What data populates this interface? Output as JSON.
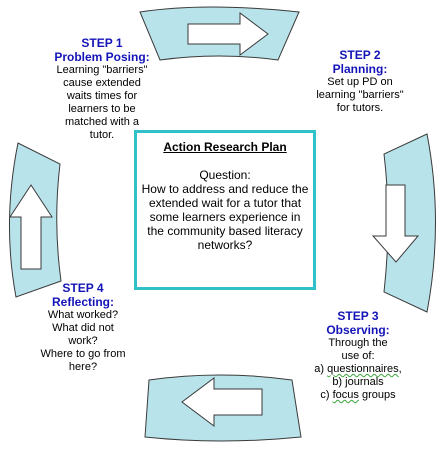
{
  "center": {
    "title": "Action Research Plan",
    "question_label": "Question:",
    "question_text": "How to address and reduce the extended wait for a tutor that some learners experience in the community based literacy networks?"
  },
  "steps": [
    {
      "title": "STEP 1",
      "subtitle": "Problem Posing:",
      "lines": [
        "Learning \"barriers\"",
        "cause extended",
        "waits times for",
        "learners to be",
        "matched with a",
        "tutor."
      ]
    },
    {
      "title": "STEP 2",
      "subtitle": "Planning:",
      "lines": [
        "Set up PD on",
        "learning \"barriers\"",
        "for tutors."
      ]
    },
    {
      "title": "STEP 3",
      "subtitle": "Observing:",
      "lines": [
        "Through the",
        "use of:",
        "a) questionnaires,",
        "b)  journals",
        "c)  focus groups"
      ]
    },
    {
      "title": "STEP 4",
      "subtitle": "Reflecting:",
      "lines": [
        "What worked?",
        "What did not",
        "work?",
        "Where to go from",
        "here?"
      ]
    }
  ],
  "colors": {
    "step_heading": "#1414b8",
    "arc_fill": "#b9e3ea",
    "arc_stroke": "#3a3a3a",
    "box_border": "#2ec2c8"
  },
  "arrows": [
    {
      "position": "top",
      "direction": "right-arrow-icon"
    },
    {
      "position": "right",
      "direction": "down-arrow-icon"
    },
    {
      "position": "bottom",
      "direction": "left-arrow-icon"
    },
    {
      "position": "left",
      "direction": "up-arrow-icon"
    }
  ]
}
